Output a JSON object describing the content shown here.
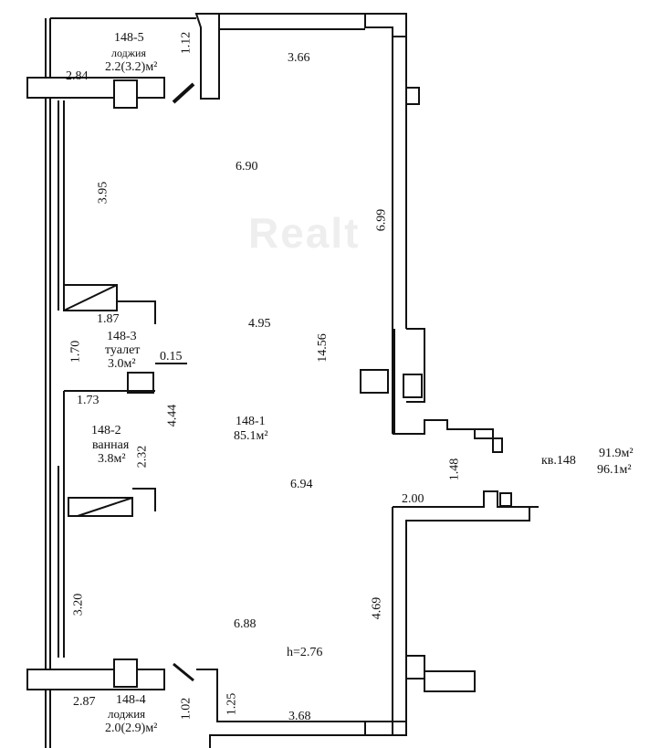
{
  "watermark": "Realt",
  "loggia_top": {
    "id": "148-5",
    "name": "лоджия",
    "area": "2.2(3.2)м²",
    "dim_width": "2.84",
    "dim_depth": "1.12"
  },
  "main_room": {
    "id": "148-1",
    "area": "85.1м²",
    "dims": {
      "top": "3.66",
      "upper_w": "6.90",
      "left_upper": "3.95",
      "right_upper": "6.99",
      "mid_w": "4.95",
      "length": "14.56",
      "lower_w": "6.94",
      "left_lower": "3.20",
      "right_lower": "4.69",
      "bottom_w": "6.88",
      "bottom": "3.68",
      "step": "2.00",
      "step_h": "1.48"
    },
    "height": "h=2.76"
  },
  "toilet": {
    "id": "148-3",
    "name": "туалет",
    "area": "3.0м²",
    "dim_w": "1.87",
    "dim_h": "1.70",
    "dim_wall": "0.15"
  },
  "bathroom": {
    "id": "148-2",
    "name": "ванная",
    "area": "3.8м²",
    "dim_w": "1.73",
    "dim_h": "2.32",
    "dim_total": "4.44"
  },
  "loggia_bottom": {
    "id": "148-4",
    "name": "лоджия",
    "area": "2.0(2.9)м²",
    "dim_width": "2.87",
    "dim_depth": "1.02",
    "dim_side": "1.25"
  },
  "apartment": {
    "label": "кв.148",
    "area_living": "91.9м²",
    "area_total": "96.1м²"
  }
}
